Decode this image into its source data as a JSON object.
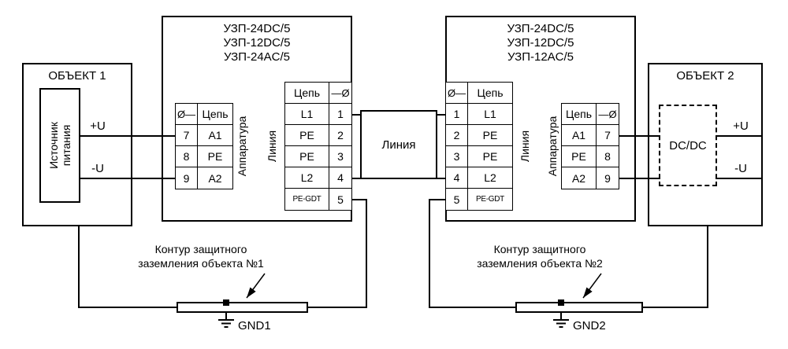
{
  "colors": {
    "stroke": "#000000",
    "background": "#ffffff"
  },
  "object1": {
    "title": "ОБЪЕКТ 1",
    "source_line1": "Источник",
    "source_line2": "питания",
    "plus_label": "+U",
    "minus_label": "-U"
  },
  "object2": {
    "title": "ОБЪЕКТ 2",
    "converter": "DC/DC",
    "plus_label": "+U",
    "minus_label": "-U"
  },
  "line_box": {
    "label": "Линия"
  },
  "uzp_left": {
    "models": [
      "УЗП-24DC/5",
      "УЗП-12DC/5",
      "УЗП-24AC/5"
    ],
    "apparatus_side_label": "Аппаратура",
    "line_side_label": "Линия",
    "apparatus_table": {
      "terminal_header": "Ø—",
      "circuit_header": "Цепь",
      "rows": [
        {
          "terminal": "7",
          "circuit": "A1"
        },
        {
          "terminal": "8",
          "circuit": "PE"
        },
        {
          "terminal": "9",
          "circuit": "A2"
        }
      ]
    },
    "line_table": {
      "circuit_header": "Цепь",
      "terminal_header": "—Ø",
      "rows": [
        {
          "circuit": "L1",
          "terminal": "1"
        },
        {
          "circuit": "PE",
          "terminal": "2"
        },
        {
          "circuit": "PE",
          "terminal": "3"
        },
        {
          "circuit": "L2",
          "terminal": "4"
        },
        {
          "circuit": "PE-GDT",
          "terminal": "5"
        }
      ]
    }
  },
  "uzp_right": {
    "models": [
      "УЗП-24DC/5",
      "УЗП-12DC/5",
      "УЗП-12AC/5"
    ],
    "apparatus_side_label": "Аппаратура",
    "line_side_label": "Линия",
    "line_table": {
      "terminal_header": "Ø—",
      "circuit_header": "Цепь",
      "rows": [
        {
          "terminal": "1",
          "circuit": "L1"
        },
        {
          "terminal": "2",
          "circuit": "PE"
        },
        {
          "terminal": "3",
          "circuit": "PE"
        },
        {
          "terminal": "4",
          "circuit": "L2"
        },
        {
          "terminal": "5",
          "circuit": "PE-GDT"
        }
      ]
    },
    "apparatus_table": {
      "circuit_header": "Цепь",
      "terminal_header": "—Ø",
      "rows": [
        {
          "circuit": "A1",
          "terminal": "7"
        },
        {
          "circuit": "PE",
          "terminal": "8"
        },
        {
          "circuit": "A2",
          "terminal": "9"
        }
      ]
    }
  },
  "grounding": {
    "contour1_line1": "Контур защитного",
    "contour1_line2": "заземления объекта №1",
    "contour2_line1": "Контур защитного",
    "contour2_line2": "заземления объекта №2",
    "gnd1_label": "GND1",
    "gnd2_label": "GND2"
  }
}
